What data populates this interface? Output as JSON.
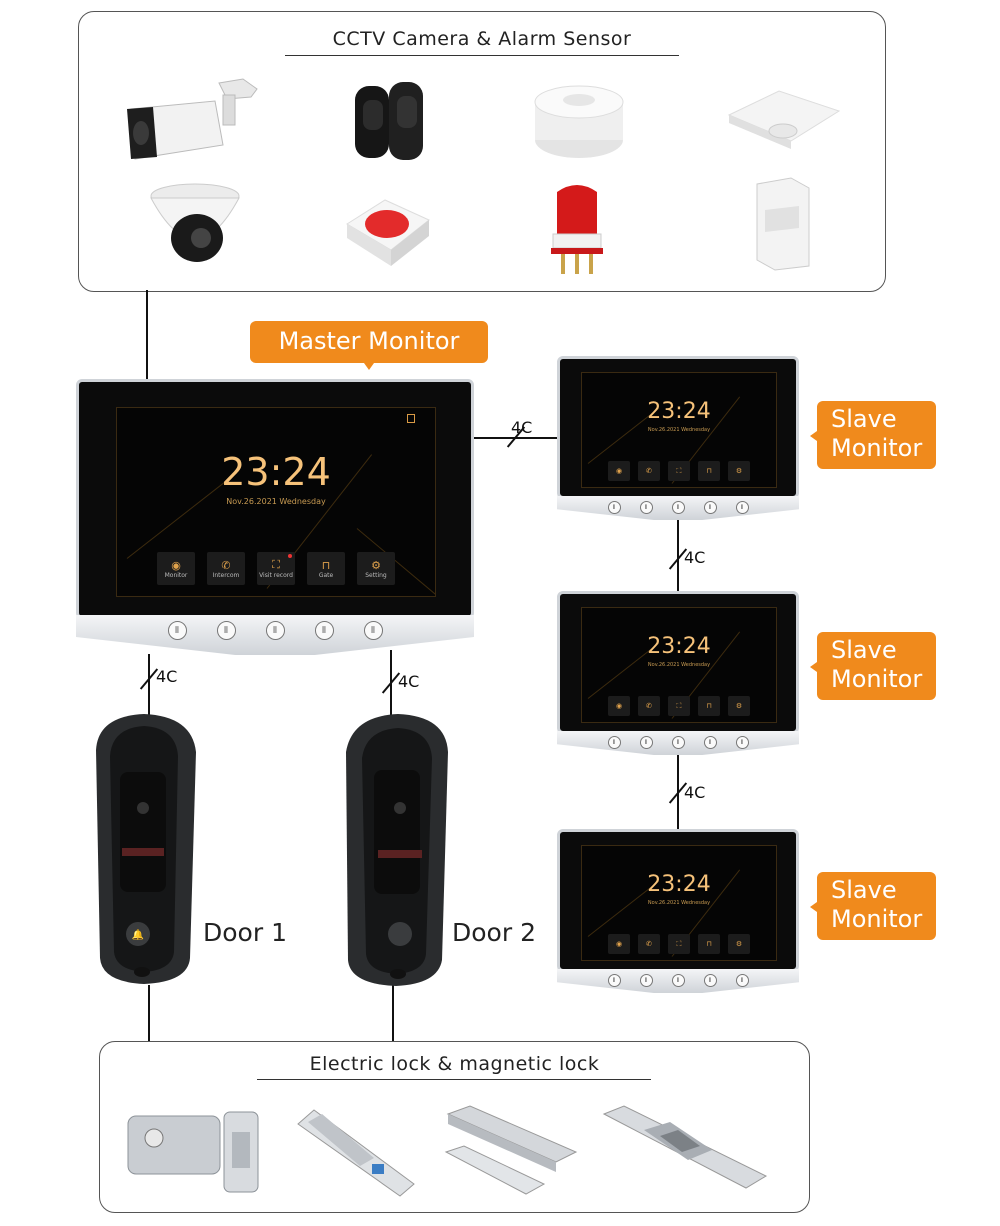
{
  "cctv_panel": {
    "title": "CCTV Camera & Alarm Sensor",
    "devices": [
      "bullet-camera",
      "beam-sensor",
      "smoke-detector",
      "ceiling-motion-sensor",
      "dome-camera",
      "emergency-button",
      "alarm-siren",
      "pir-sensor"
    ]
  },
  "lock_panel": {
    "title": "Electric lock & magnetic lock",
    "devices": [
      "rim-electric-lock",
      "electric-bolt-lock",
      "magnetic-lock",
      "electric-strike"
    ]
  },
  "master_monitor": {
    "label": "Master Monitor",
    "time": "23:24",
    "date": "Nov.26.2021  Wednesday",
    "menu": [
      "Monitor",
      "Intercom",
      "Visit record",
      "Gate",
      "Setting"
    ]
  },
  "slave_monitors": [
    {
      "label": "Slave Monitor",
      "time": "23:24",
      "date": "Nov.26.2021  Wednesday"
    },
    {
      "label": "Slave Monitor",
      "time": "23:24",
      "date": "Nov.26.2021  Wednesday"
    },
    {
      "label": "Slave Monitor",
      "time": "23:24",
      "date": "Nov.26.2021  Wednesday"
    }
  ],
  "slave_menu": [
    "Monitor",
    "Intercom",
    "Visit record",
    "Gate",
    "Setting"
  ],
  "doors": [
    {
      "label": "Door 1"
    },
    {
      "label": "Door 2"
    }
  ],
  "wires": {
    "master_to_slave1": "4C",
    "slave1_to_slave2": "4C",
    "slave2_to_slave3": "4C",
    "master_to_door1": "4C",
    "master_to_door2": "4C"
  },
  "colors": {
    "accent": "#f08a1c",
    "screen_text": "#f6c27a"
  }
}
